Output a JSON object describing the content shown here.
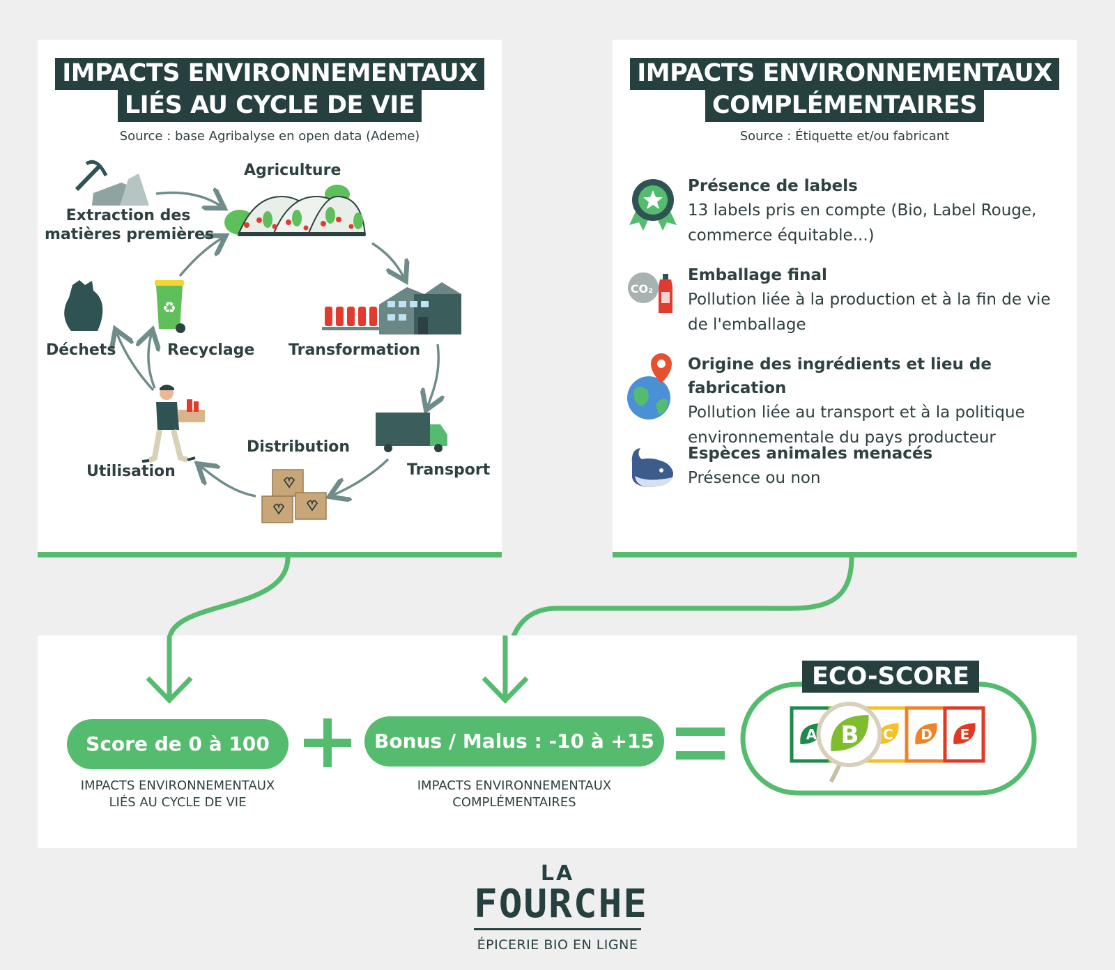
{
  "left_panel": {
    "title_line1": "IMPACTS ENVIRONNEMENTAUX",
    "title_line2": "LIÉS AU CYCLE DE VIE",
    "source": "Source : base Agribalyse en open data (Ademe)",
    "stages": {
      "agriculture": "Agriculture",
      "extraction_line1": "Extraction des",
      "extraction_line2": "matières premières",
      "transformation": "Transformation",
      "transport": "Transport",
      "distribution": "Distribution",
      "utilisation": "Utilisation",
      "recyclage": "Recyclage",
      "dechets": "Déchets"
    }
  },
  "right_panel": {
    "title_line1": "IMPACTS ENVIRONNEMENTAUX",
    "title_line2": "COMPLÉMENTAIRES",
    "source": "Source : Étiquette et/ou fabricant",
    "items": [
      {
        "icon": "award-ribbon-icon",
        "title": "Présence de labels",
        "desc": "13 labels pris en compte (Bio, Label Rouge, commerce équitable...)"
      },
      {
        "icon": "co2-packaging-icon",
        "title": "Emballage final",
        "desc": "Pollution liée à la production et à la fin de vie de l'emballage"
      },
      {
        "icon": "globe-pin-icon",
        "title": "Origine des ingrédients et lieu de fabrication",
        "desc": "Pollution liée au transport et à la politique environnementale du pays producteur"
      },
      {
        "icon": "whale-icon",
        "title": "Espèces animales menacés",
        "desc": "Présence ou non"
      }
    ]
  },
  "formula": {
    "score_label": "Score de 0 à 100",
    "score_caption_line1": "IMPACTS ENVIRONNEMENTAUX",
    "score_caption_line2": "LIÉS AU CYCLE DE VIE",
    "plus": "+",
    "bonus_label": "Bonus / Malus : -10 à +15",
    "bonus_caption_line1": "IMPACTS ENVIRONNEMENTAUX",
    "bonus_caption_line2": "COMPLÉMENTAIRES",
    "equals": "=",
    "eco_title": "ECO-SCORE",
    "grades": [
      "A",
      "B",
      "C",
      "D",
      "E"
    ],
    "selected_grade": "B"
  },
  "logo": {
    "la": "LA",
    "name": "FOURCHE",
    "tagline": "ÉPICERIE BIO EN LIGNE"
  },
  "colors": {
    "dark_teal": "#25403f",
    "green": "#55bb6e",
    "grade_a": "#1e8b4c",
    "grade_b": "#7fbd2f",
    "grade_c": "#f6c022",
    "grade_d": "#ef8227",
    "grade_e": "#e03a25"
  }
}
